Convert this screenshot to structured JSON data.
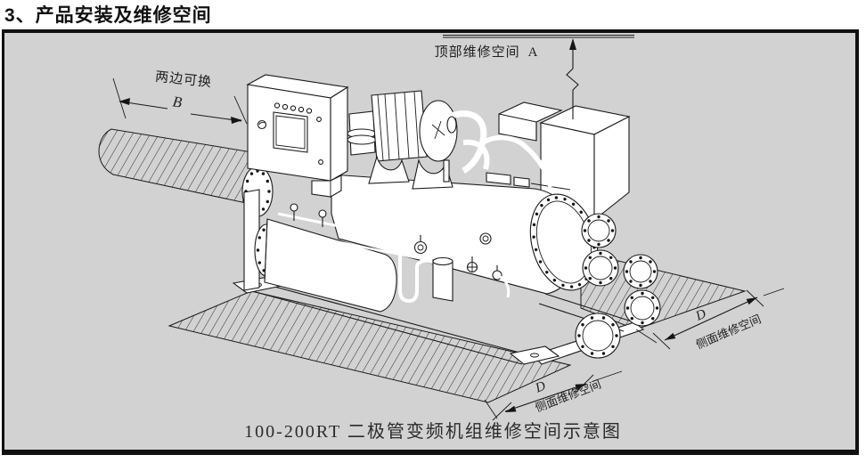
{
  "title": "3、产品安装及维修空间",
  "figure": {
    "caption": "100-200RT 二极管变频机组维修空间示意图",
    "dimensions": {
      "top": {
        "label": "顶部维修空间",
        "letter": "A"
      },
      "tube_pull": {
        "label": "两边可换",
        "letter": "B"
      },
      "side_front": {
        "label": "侧面维修空间",
        "letter": "D"
      },
      "side_right": {
        "label": "侧面维修空间",
        "letter": "D"
      }
    }
  },
  "colors": {
    "panel_bg": "#d2d2d2",
    "ink": "#1a1a1a",
    "frame": "#111111"
  }
}
